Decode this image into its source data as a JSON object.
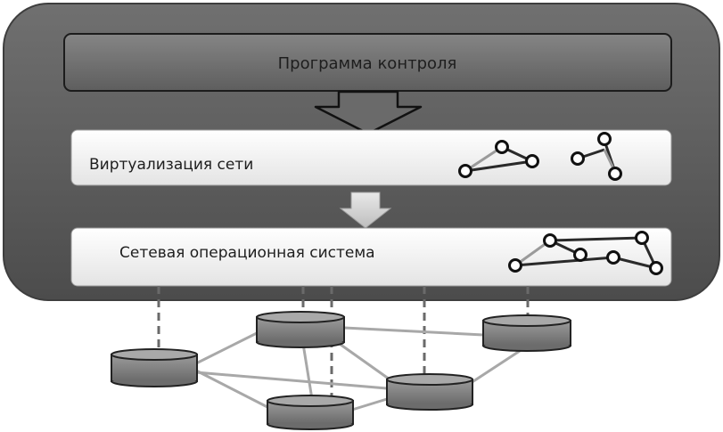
{
  "layers": {
    "control_program": "Программа контроля",
    "network_virtualization": "Виртуализация сети",
    "network_os": "Сетевая операционная система"
  },
  "colors": {
    "outer_panel": "#5a5a5a",
    "control_box": "#6e6e6e",
    "layer_box": "#f2f2f2",
    "node_fill": "#ffffff",
    "node_stroke": "#111111",
    "switch_fill": "#8c8c8c",
    "switch_stroke": "#222222",
    "link": "#a8a8a8",
    "dashed_link": "#6a6a6a"
  },
  "icons": {
    "down_arrow_outline": "hollow-down-arrow-icon",
    "down_arrow_solid": "solid-down-arrow-icon",
    "topology_graph": "network-graph-icon",
    "switch": "network-switch-icon"
  }
}
